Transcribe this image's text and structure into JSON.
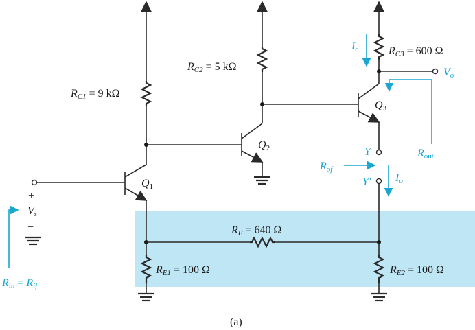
{
  "labels": {
    "rc1_sym": "R",
    "rc1_sub": "C1",
    "rc1_val": " = 9 kΩ",
    "rc2_sym": "R",
    "rc2_sub": "C2",
    "rc2_val": " = 5 kΩ",
    "rc3_sym": "R",
    "rc3_sub": "C3",
    "rc3_val": " = 600 Ω",
    "rf_sym": "R",
    "rf_sub": "F",
    "rf_val": " = 640 Ω",
    "re1_sym": "R",
    "re1_sub": "E1",
    "re1_val": " = 100 Ω",
    "re2_sym": "R",
    "re2_sub": "E2",
    "re2_val": " = 100 Ω",
    "q1_sym": "Q",
    "q1_sub": "1",
    "q2_sym": "Q",
    "q2_sub": "2",
    "q3_sym": "Q",
    "q3_sub": "3",
    "vs_sym": "V",
    "vs_sub": "s",
    "plus": "+",
    "minus": "−",
    "vo_sym": "V",
    "vo_sub": "o",
    "ic_sym": "I",
    "ic_sub": "c",
    "io_sym": "I",
    "io_sub": "o",
    "rout_sym": "R",
    "rout_sub": "out",
    "rof_sym": "R",
    "rof_sub": "of",
    "y": "Y",
    "yprime": "Y′",
    "rin_sym": "R",
    "rin_sub": "in",
    "rin_eq": " = ",
    "rif_sym": "R",
    "rif_sub": "if",
    "caption": "(a)"
  },
  "colors": {
    "wire": "#2a2a2a",
    "accent": "#1aa6cf",
    "feedback_box": "#bfe6f5",
    "background": "#ffffff"
  }
}
